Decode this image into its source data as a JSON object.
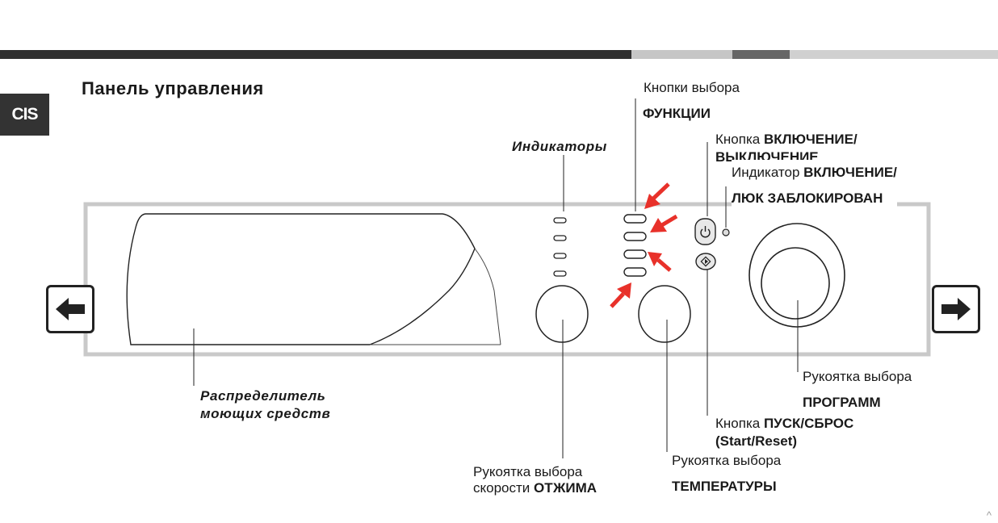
{
  "header": {
    "lang_tab": "CIS",
    "title": "Панель управления"
  },
  "colors": {
    "bar_dark": "#303030",
    "bar_light": "#c6c6c6",
    "bar_mid": "#666666",
    "bar_pale": "#d0d0d0",
    "arrow_accent": "#e8312a"
  },
  "labels": {
    "function_buttons_line1": "Кнопки выбора",
    "function_buttons_line2": "ФУНКЦИИ",
    "indicators": "Индикаторы",
    "power_button_prefix": "Кнопка ",
    "power_button_bold1": "ВКЛЮЧЕНИЕ/",
    "power_button_bold2": "ВЫКЛЮЧЕНИЕ",
    "power_indicator_prefix": "Индикатор ",
    "power_indicator_bold1": "ВКЛЮЧЕНИЕ/",
    "power_indicator_bold2": "ЛЮК ЗАБЛОКИРОВАН",
    "dispenser_line1": "Распределитель",
    "dispenser_line2": "моющих средств",
    "program_knob_line1": "Рукоятка выбора",
    "program_knob_line2": "ПРОГРАММ",
    "start_reset_prefix": "Кнопка ",
    "start_reset_bold": "ПУСК/СБРОС",
    "start_reset_line2": "(Start/Reset)",
    "spin_knob_line1": "Рукоятка выбора",
    "spin_knob_line2_prefix": "скорости ",
    "spin_knob_line2_bold": "ОТЖИМА",
    "temp_knob_line1": "Рукоятка выбора",
    "temp_knob_line2": "ТЕМПЕРАТУРЫ"
  },
  "nav": {
    "prev_icon": "arrow-left-icon",
    "next_icon": "arrow-right-icon"
  },
  "footer": {
    "caret": "^"
  }
}
